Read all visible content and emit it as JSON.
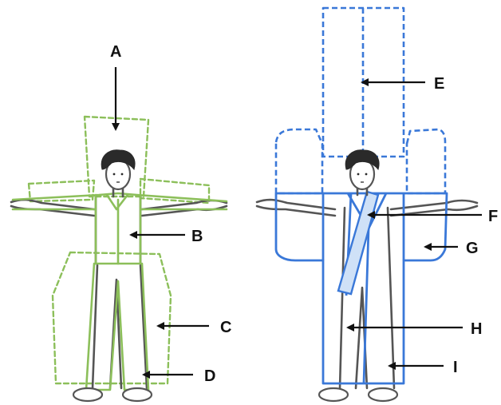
{
  "labels": {
    "a": "A",
    "b": "B",
    "c": "C",
    "d": "D",
    "e": "E",
    "f": "F",
    "g": "G",
    "h": "H",
    "i": "I"
  },
  "colors": {
    "green": "#8cbf5a",
    "green_dash": "#8cbf5a",
    "blue": "#3a78d8",
    "blue_dash": "#3a78d8",
    "belt_fill": "#cfe1f7",
    "figure": "#555555",
    "text": "#111111"
  }
}
